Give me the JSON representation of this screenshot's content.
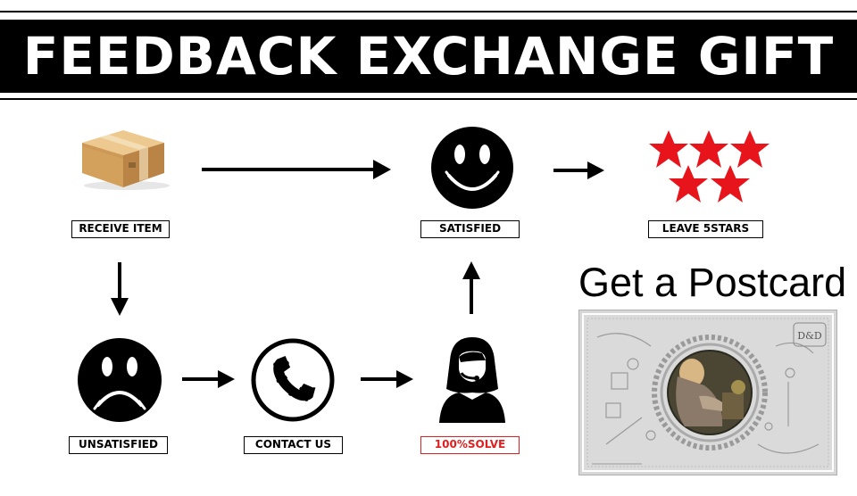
{
  "banner": {
    "title": "FEEDBACK EXCHANGE GIFT"
  },
  "steps": {
    "receive": "RECEIVE ITEM",
    "satisfied": "SATISFIED",
    "leave": "LEAVE 5STARS",
    "unsatisfied": "UNSATISFIED",
    "contact": "CONTACT US",
    "solve": "100%SOLVE"
  },
  "postcard": {
    "title": "Get a Postcard",
    "brand": "D&D"
  },
  "colors": {
    "banner": "#000000",
    "star": "#e8141b",
    "solve_border": "#e02020",
    "box": "#d9a86a"
  },
  "icons": [
    "package-box-icon",
    "happy-face-icon",
    "five-stars-icon",
    "sad-face-icon",
    "phone-icon",
    "support-agent-icon"
  ]
}
